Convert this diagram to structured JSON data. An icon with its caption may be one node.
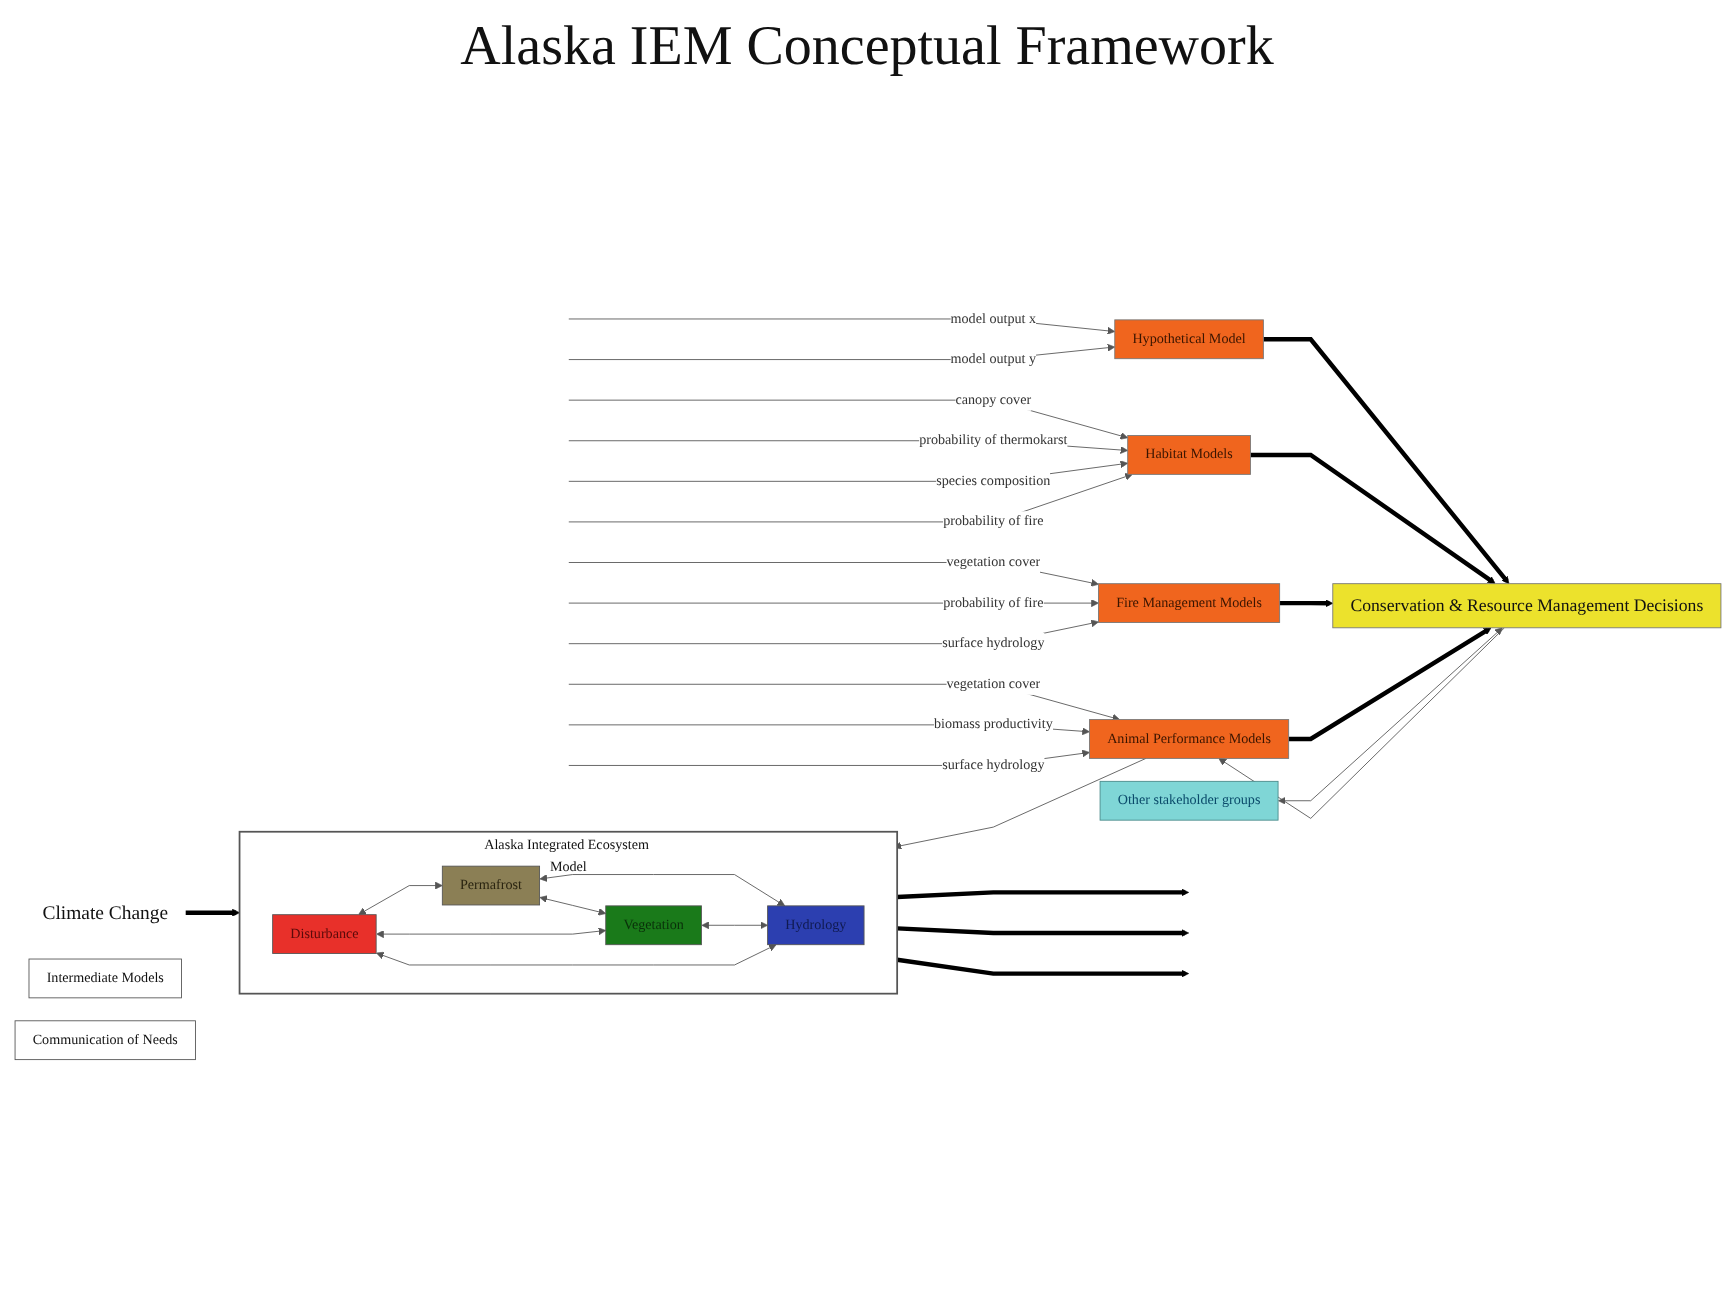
{
  "diagram": {
    "title": "Alaska IEM Conceptual Framework",
    "nodes": [
      {
        "text": [
          "Climate Change"
        ]
      },
      {
        "text": [
          "Alaska Integrated Ecosystem Model"
        ]
      },
      {
        "text": [
          "Disturbance"
        ],
        "in": 1
      },
      {
        "text": [
          "Permafrost"
        ],
        "in": 1
      },
      {
        "text": [
          "Vegetation"
        ],
        "in": 1
      },
      {
        "text": [
          "Hydrology"
        ],
        "in": 1
      },
      {
        "text": [
          "Intermediate Models"
        ]
      },
      {
        "text": [
          "Hypothetical Model"
        ]
      },
      {
        "text": [
          "Habitat Models"
        ]
      },
      {
        "text": [
          "Fire Management Models"
        ]
      },
      {
        "text": [
          "Animal Performance Models"
        ]
      },
      {
        "text": [
          "Other stakeholder groups"
        ]
      },
      {
        "text": [
          "Conservation & Resource Management Decisions"
        ]
      },
      {
        "text": [
          "Communication of Needs"
        ]
      }
    ],
    "edges": [
      {
        "from": 0,
        "to": 1,
        "arrow": "to",
        "style": "thick"
      },
      {
        "from": 2,
        "to": 3,
        "arrow": "both"
      },
      {
        "from": 2,
        "to": 4,
        "arrow": "both"
      },
      {
        "from": 3,
        "to": 5,
        "arrow": "both"
      },
      {
        "from": 4,
        "to": 5,
        "arrow": "both"
      },
      {
        "from": 2,
        "to": 5,
        "arrow": "both"
      },
      {
        "from": 3,
        "to": 4,
        "arrow": "both"
      },
      {
        "from": 1,
        "to": null,
        "arrow": "to",
        "style": "thick"
      },
      {
        "from": 1,
        "to": null,
        "arrow": "to",
        "style": "thick"
      },
      {
        "from": 1,
        "to": null,
        "arrow": "to",
        "style": "thick"
      },
      {
        "from": null,
        "to": 7,
        "arrow": "to",
        "label": "model output x"
      },
      {
        "from": null,
        "to": 7,
        "arrow": "to",
        "label": "model output y"
      },
      {
        "from": null,
        "to": 8,
        "arrow": "to",
        "label": "canopy cover"
      },
      {
        "from": null,
        "to": 8,
        "arrow": "to",
        "label": "probability of thermokarst"
      },
      {
        "from": null,
        "to": 8,
        "arrow": "to",
        "label": "species composition"
      },
      {
        "from": null,
        "to": 8,
        "arrow": "to",
        "label": "probability of fire"
      },
      {
        "from": null,
        "to": 9,
        "arrow": "to",
        "label": "vegetation cover"
      },
      {
        "from": null,
        "to": 9,
        "arrow": "to",
        "label": "probability of fire"
      },
      {
        "from": null,
        "to": 9,
        "arrow": "to",
        "label": "surface hydrology"
      },
      {
        "from": null,
        "to": 10,
        "arrow": "to",
        "label": "vegetation cover"
      },
      {
        "from": null,
        "to": 10,
        "arrow": "to",
        "label": "biomass productivity"
      },
      {
        "from": null,
        "to": 10,
        "arrow": "to",
        "label": "surface hydrology"
      },
      {
        "from": 7,
        "to": 12,
        "arrow": "to",
        "style": "thick"
      },
      {
        "from": 8,
        "to": 12,
        "arrow": "to",
        "style": "thick"
      },
      {
        "from": 9,
        "to": 12,
        "arrow": "to",
        "style": "thick"
      },
      {
        "from": 10,
        "to": 12,
        "arrow": "to",
        "style": "thick"
      },
      {
        "from": 11,
        "to": 12,
        "arrow": "both"
      },
      {
        "from": 10,
        "to": 1,
        "arrow": "to"
      },
      {
        "from": 12,
        "to": 10,
        "arrow": "to"
      }
    ]
  }
}
